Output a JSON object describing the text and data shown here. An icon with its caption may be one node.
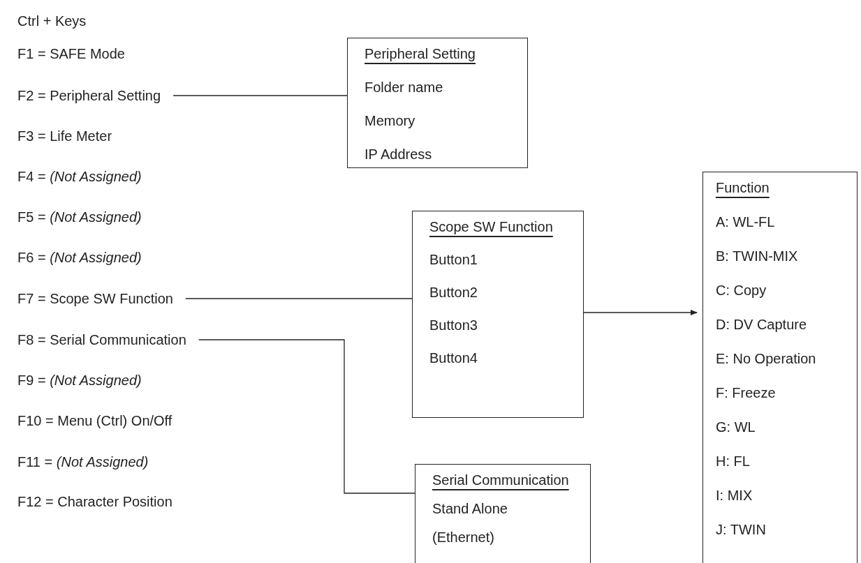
{
  "diagram": {
    "nodes": [
      {
        "text": [
          "F2 = Peripheral Setting"
        ]
      },
      {
        "text": [
          "F7 = Scope SW Function"
        ]
      },
      {
        "text": [
          "F8 = Serial Communication"
        ]
      },
      {
        "text": [
          "Peripheral Setting",
          "Folder name",
          "Memory",
          "IP Address"
        ]
      },
      {
        "text": [
          "Scope SW Function",
          "Button1",
          "Button2",
          "Button3",
          "Button4"
        ]
      },
      {
        "text": [
          "Serial Communication",
          "Stand Alone",
          "(Ethernet)"
        ]
      },
      {
        "text": [
          "Function",
          "A: WL-FL",
          "B: TWIN-MIX",
          "C: Copy",
          "D: DV Capture",
          "E: No Operation",
          "F: Freeze",
          "G: WL",
          "H: FL",
          "I:  MIX",
          "J: TWIN"
        ]
      }
    ],
    "edges": [
      {
        "from": 0,
        "to": 3,
        "arrow": "none"
      },
      {
        "from": 1,
        "to": 4,
        "arrow": "none"
      },
      {
        "from": 2,
        "to": 5,
        "arrow": "none"
      },
      {
        "from": 4,
        "to": 6,
        "arrow": "to"
      }
    ],
    "labels": [
      "Ctrl + Keys",
      "F1 = SAFE Mode",
      "F3 = Life Meter",
      "F4 = *(Not Assigned)*",
      "F5 = *(Not Assigned)*",
      "F6 = *(Not Assigned)*",
      "F9 = *(Not Assigned)*",
      "F10 = Menu (Ctrl) On/Off",
      "F11 = *(Not Assigned)*",
      "F12 = Character Position"
    ]
  }
}
